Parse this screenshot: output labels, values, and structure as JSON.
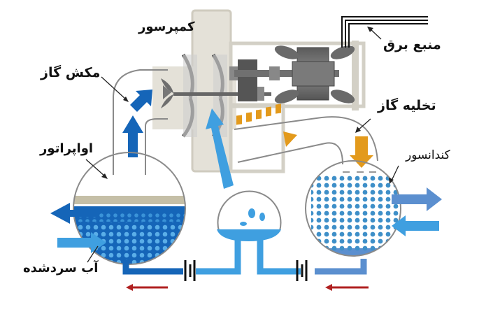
{
  "diagram": {
    "type": "centrifugal-chiller-refrigeration-cycle",
    "labels": {
      "compressor": "کمپرسور",
      "power_source": "منبع برق",
      "suction_gas": "مکش گاز",
      "gas_discharge": "تخلیه گاز",
      "evaporator": "اواپراتور",
      "condenser": "کندانسور",
      "chilled_water": "آب سردشده"
    },
    "colors": {
      "casing": "#d9d6cc",
      "refrigerant_dark_blue": "#1565b8",
      "refrigerant_light_blue": "#3f9fe0",
      "condenser_blue": "#5b8fcf",
      "hot_gas_orange": "#e39a1c",
      "flow_arrow_red": "#b02020",
      "metal_gray": "#6e6e6e",
      "pipe_outline": "#8a8a8a"
    },
    "components": [
      "compressor",
      "motor",
      "evaporator",
      "condenser",
      "flash-economizer",
      "expansion-valves"
    ]
  }
}
